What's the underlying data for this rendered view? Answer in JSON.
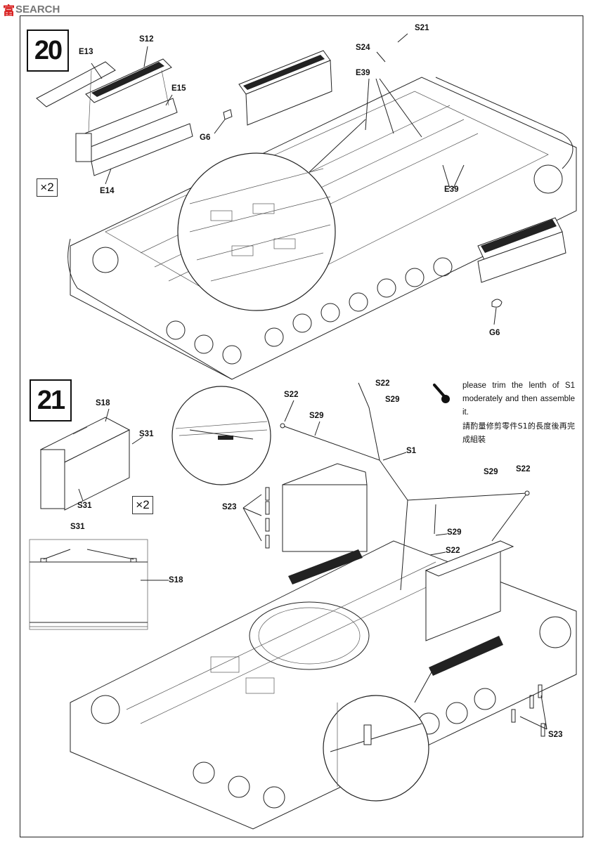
{
  "watermark": {
    "logo": "富",
    "text": "SEARCH",
    "url": "www.hobbysearch.com"
  },
  "step20": {
    "number": "20",
    "multiplier": "×2",
    "labels": {
      "e13": "E13",
      "s12": "S12",
      "e15": "E15",
      "e14": "E14",
      "g6_top": "G6",
      "g6_bottom": "G6",
      "s21": "S21",
      "s24": "S24",
      "e39_top": "E39",
      "e39_bottom": "E39"
    }
  },
  "step21": {
    "number": "21",
    "multiplier": "×2",
    "labels": {
      "s18_top": "S18",
      "s31_right": "S31",
      "s31_bottom": "S31",
      "s31_plan": "S31",
      "s18_plan": "S18",
      "s22_left": "S22",
      "s29_left": "S29",
      "s22_top": "S22",
      "s29_top": "S29",
      "s1": "S1",
      "s29_right": "S29",
      "s22_right": "S22",
      "s23_left": "S23",
      "s29_mid": "S29",
      "s22_mid": "S22",
      "s23_right": "S23"
    },
    "note": {
      "en": "please trim the lenth of S1 moderately and then assemble it.",
      "zh": "請酌量修剪零件S1的長度後再完成組裝"
    }
  }
}
